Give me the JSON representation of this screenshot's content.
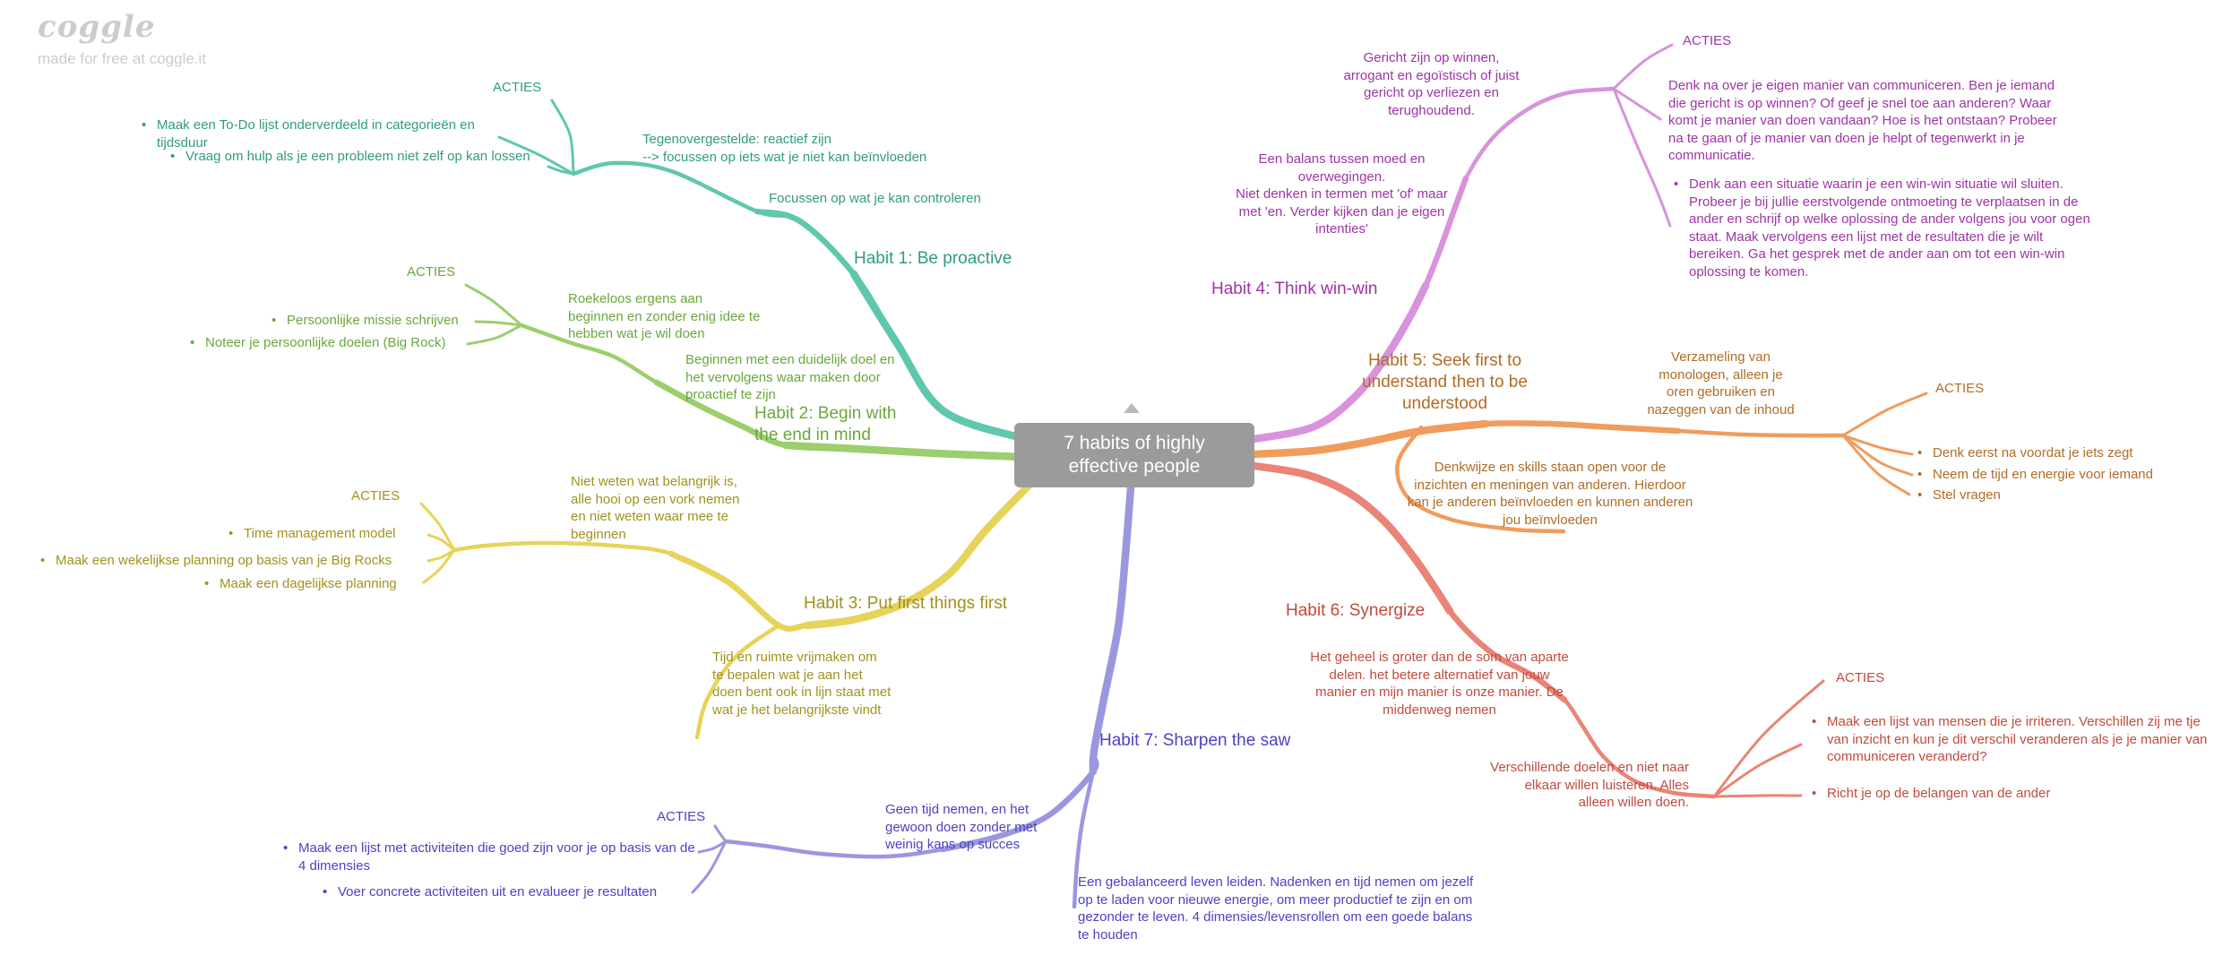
{
  "app": {
    "logo": "coggle",
    "tagline": "made for free at coggle.it"
  },
  "root": {
    "label": "7 habits of highly effective people",
    "bg": "#9b9b9b",
    "text_color": "#ffffff"
  },
  "branches": {
    "habit1": {
      "color": "#5fc7ad",
      "text_color": "#2f9c83",
      "label": "Habit 1: Be proactive",
      "node1": "Focussen op wat je kan controleren",
      "node2": "Tegenovergestelde: reactief zijn\n--> focussen op iets wat je niet kan beïnvloeden",
      "acties_label": "ACTIES",
      "acties": [
        "Maak een To-Do lijst onderverdeeld in categorieën en tijdsduur",
        "Vraag om hulp als je een probleem niet zelf op kan lossen"
      ]
    },
    "habit2": {
      "color": "#9bcf6d",
      "text_color": "#6aa73c",
      "label": "Habit 2: Begin with\nthe end in mind",
      "node1": "Beginnen met een duidelijk doel en het vervolgens waar maken door proactief te zijn",
      "node2": "Roekeloos ergens aan beginnen en zonder enig idee te hebben wat je wil doen",
      "acties_label": "ACTIES",
      "acties": [
        "Persoonlijke missie schrijven",
        "Noteer je persoonlijke doelen (Big Rock)"
      ]
    },
    "habit3": {
      "color": "#e7d359",
      "text_color": "#a2921d",
      "label": "Habit 3: Put first things first",
      "node_negative": "Niet weten wat belangrijk is, alle hooi op een vork nemen en niet weten waar mee te beginnen",
      "node_positive": "Tijd en ruimte vrijmaken om te bepalen wat je aan het doen bent ook in lijn staat met wat je het belangrijkste vindt",
      "acties_label": "ACTIES",
      "acties": [
        "Time management model",
        "Maak een wekelijkse planning op basis van je Big Rocks",
        "Maak een dagelijkse planning"
      ]
    },
    "habit4": {
      "color": "#d893dc",
      "text_color": "#9d35a5",
      "label": "Habit 4: Think win-win",
      "node1": "Een balans tussen moed en overwegingen.\nNiet denken in termen met 'of' maar met 'en. Verder kijken dan je eigen intenties'",
      "node2": "Gericht zijn op winnen, arrogant en egoïstisch of juist gericht op verliezen en terughoudend.",
      "acties_label": "ACTIES",
      "note": "Denk na over je eigen manier van communiceren. Ben je iemand die gericht is op winnen? Of geef je snel toe aan anderen? Waar komt je manier van doen vandaan? Hoe is het ontstaan? Probeer na te gaan of je manier van doen je helpt of tegenwerkt in je communicatie.",
      "acties": [
        "Denk aan een situatie waarin je een win-win situatie wil sluiten. Probeer je bij jullie eerstvolgende ontmoeting te verplaatsen in de ander en schrijf op welke oplossing de ander volgens jou voor ogen staat. Maak vervolgens een lijst met de resultaten die je wilt bereiken. Ga het gesprek met de ander aan om tot een win-win oplossing te komen."
      ]
    },
    "habit5": {
      "color": "#f09c5d",
      "text_color": "#b06c26",
      "label": "Habit 5: Seek first to understand then to be understood",
      "node1": "Verzameling van monologen, alleen je oren gebruiken en nazeggen van de inhoud",
      "node2": "Denkwijze en skills staan open voor de inzichten en meningen van anderen. Hierdoor kan je anderen beïnvloeden en kunnen anderen jou beïnvloeden",
      "acties_label": "ACTIES",
      "acties": [
        "Denk eerst na voordat je iets zegt",
        "Neem de tijd en energie voor iemand",
        "Stel vragen"
      ]
    },
    "habit6": {
      "color": "#e98476",
      "text_color": "#c24a3c",
      "label": "Habit 6: Synergize",
      "node1": "Het geheel is groter dan de som van aparte delen. het betere alternatief van jouw manier en mijn manier is onze manier. De middenweg nemen",
      "node2": "Verschillende doelen en niet naar elkaar willen luisteren. Alles alleen willen doen.",
      "acties_label": "ACTIES",
      "acties": [
        "Maak een lijst van mensen die je irriteren. Verschillen zij me tje van inzicht en kun je dit verschil veranderen als je je manier van communiceren veranderd?",
        "Richt je op de belangen van de ander"
      ]
    },
    "habit7": {
      "color": "#9b97de",
      "text_color": "#4c42c4",
      "label": "Habit 7: Sharpen the saw",
      "node_negative": "Geen tijd nemen, en het gewoon doen zonder met weinig kans op succes",
      "node_positive": "Een gebalanceerd leven leiden. Nadenken en tijd nemen om jezelf op te laden voor nieuwe energie, om meer productief te zijn en om gezonder te leven. 4 dimensies/levensrollen om een goede balans te houden",
      "acties_label": "ACTIES",
      "acties": [
        "Maak een lijst met activiteiten die goed zijn voor je op basis van de 4 dimensies",
        "Voer concrete activiteiten uit en evalueer je resultaten"
      ]
    }
  }
}
